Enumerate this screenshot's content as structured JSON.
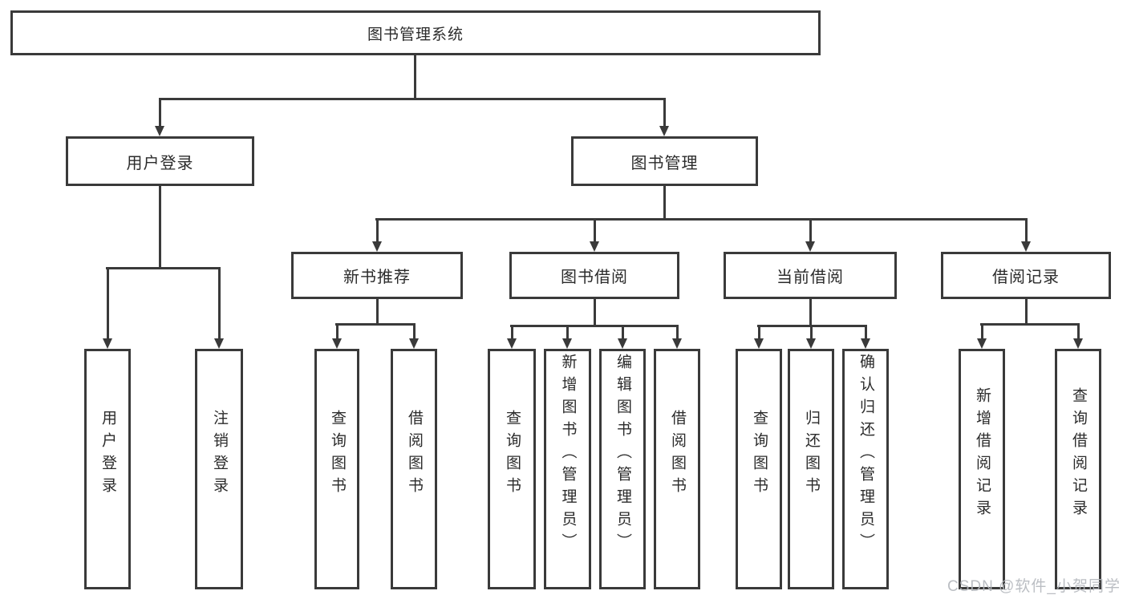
{
  "tree": {
    "label": "图书管理系统",
    "children": [
      {
        "label": "用户登录",
        "children": [
          {
            "label": "用户登录"
          },
          {
            "label": "注销登录"
          }
        ]
      },
      {
        "label": "图书管理",
        "children": [
          {
            "label": "新书推荐",
            "children": [
              {
                "label": "查询图书"
              },
              {
                "label": "借阅图书"
              }
            ]
          },
          {
            "label": "图书借阅",
            "children": [
              {
                "label": "查询图书"
              },
              {
                "label": "新增图书（管理员）"
              },
              {
                "label": "编辑图书（管理员）"
              },
              {
                "label": "借阅图书"
              }
            ]
          },
          {
            "label": "当前借阅",
            "children": [
              {
                "label": "查询图书"
              },
              {
                "label": "归还图书"
              },
              {
                "label": "确认归还（管理员）"
              }
            ]
          },
          {
            "label": "借阅记录",
            "children": [
              {
                "label": "新增借阅记录"
              },
              {
                "label": "查询借阅记录"
              }
            ]
          }
        ]
      }
    ]
  },
  "watermark": "CSDN @软件_小贺同学",
  "colors": {
    "line": "#3a3a3a",
    "text": "#2b2b2b",
    "watermark": "#b4b8bd"
  }
}
